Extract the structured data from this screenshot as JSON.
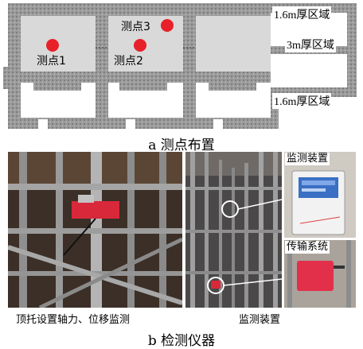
{
  "plan": {
    "points": [
      {
        "label": "测点1"
      },
      {
        "label": "测点2"
      },
      {
        "label": "测点3"
      }
    ],
    "zones": [
      "1.6m厚区域",
      "3m厚区域",
      "1.6m厚区域"
    ],
    "caption": "a  测点布置",
    "point_color": "#e8202a"
  },
  "photos": {
    "left_caption": "顶托设置轴力、位移监测",
    "middle_caption": "监测装置",
    "device_label": "监测装置",
    "transmission_label": "传输系统",
    "caption": "b  检测仪器"
  }
}
